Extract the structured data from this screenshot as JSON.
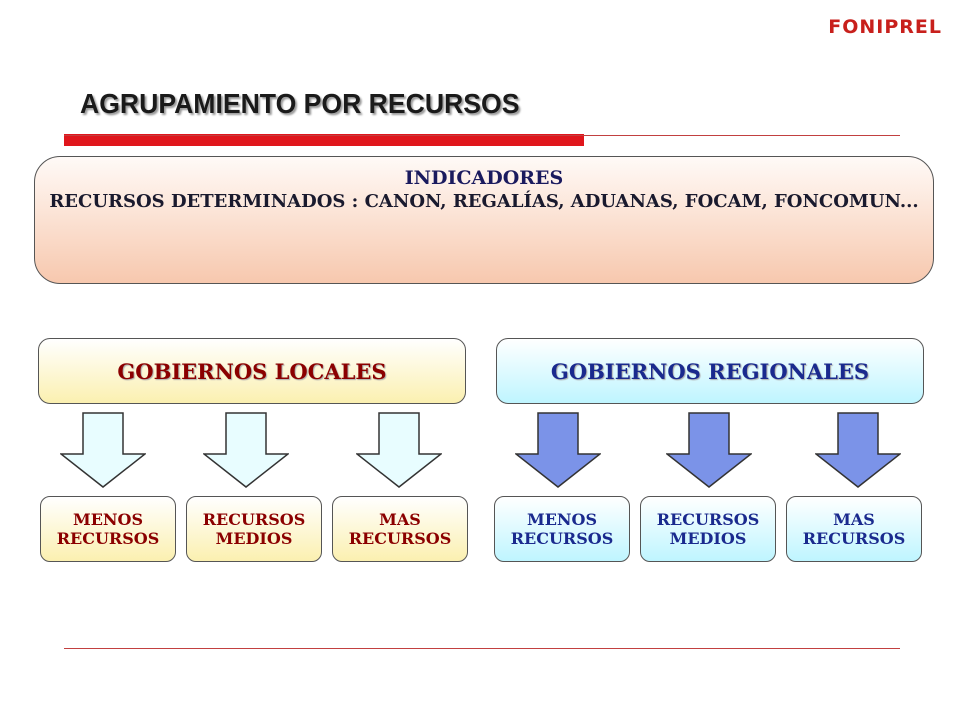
{
  "logo": "FONIPREL",
  "title": "AGRUPAMIENTO POR RECURSOS",
  "indicators": {
    "heading": "INDICADORES",
    "text": "RECURSOS DETERMINADOS : CANON, REGALÍAS, ADUANAS, FOCAM, FONCOMUN..."
  },
  "groups": {
    "local": {
      "label": "GOBIERNOS LOCALES",
      "levels": [
        "MENOS\nRECURSOS",
        "RECURSOS\nMEDIOS",
        "MAS\nRECURSOS"
      ]
    },
    "regional": {
      "label": "GOBIERNOS REGIONALES",
      "levels": [
        "MENOS\nRECURSOS",
        "RECURSOS\nMEDIOS",
        "MAS\nRECURSOS"
      ]
    }
  },
  "colors": {
    "accent_red": "#e0161c",
    "local_text": "#8b0000",
    "regional_text": "#1a2a8e",
    "local_arrow": "#e8fdff",
    "regional_arrow": "#7b93e8"
  }
}
